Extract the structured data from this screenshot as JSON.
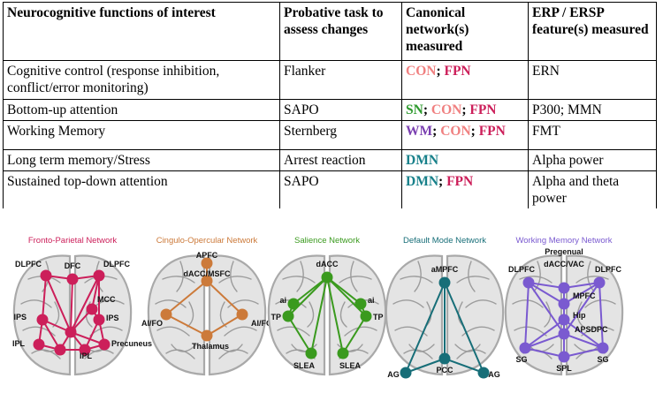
{
  "table": {
    "headers": [
      "Neurocognitive functions of interest",
      "Probative task to assess changes",
      "Canonical network(s) measured",
      "ERP / ERSP feature(s) measured"
    ],
    "rows": [
      {
        "function": "Cognitive control (response inhibition, conflict/error monitoring)",
        "task": "Flanker",
        "networks": [
          {
            "name": "CON",
            "sep": "; "
          },
          {
            "name": "FPN",
            "sep": ""
          }
        ],
        "feature": "ERN"
      },
      {
        "function": "Bottom-up attention",
        "task": "SAPO",
        "networks": [
          {
            "name": "SN",
            "sep": "; "
          },
          {
            "name": "CON",
            "sep": "; "
          },
          {
            "name": "FPN",
            "sep": ""
          }
        ],
        "feature": "P300; MMN"
      },
      {
        "function": "Working Memory",
        "task": "Sternberg",
        "networks": [
          {
            "name": "WM",
            "sep": "; "
          },
          {
            "name": "CON",
            "sep": "; "
          },
          {
            "name": "FPN",
            "sep": ""
          }
        ],
        "feature": "FMT"
      },
      {
        "function": "Long term memory/Stress",
        "task": "Arrest reaction",
        "networks": [
          {
            "name": "DMN",
            "sep": ""
          }
        ],
        "feature": "Alpha power"
      },
      {
        "function": "Sustained top-down attention",
        "task": "SAPO",
        "networks": [
          {
            "name": "DMN",
            "sep": "; "
          },
          {
            "name": "FPN",
            "sep": ""
          }
        ],
        "feature": "Alpha and theta power"
      }
    ]
  },
  "colors": {
    "CON": "#f08080",
    "FPN": "#cc1f5a",
    "SN": "#2e9a2e",
    "WM": "#7a3fb0",
    "DMN": "#17808a"
  },
  "panels": [
    {
      "id": "fpn",
      "title": "Fronto-Parietal Network",
      "color": "#cc1f5a",
      "labels": [
        "DLPFC",
        "DFC",
        "DLPFC",
        "MCC",
        "IPS",
        "IPS",
        "IPL",
        "IPL",
        "Precuneus"
      ]
    },
    {
      "id": "con",
      "title": "Cingulo-Opercular Network",
      "color": "#cc7a3a",
      "labels": [
        "APFC",
        "dACC/MSFC",
        "AI/FO",
        "AI/FO",
        "Thalamus"
      ]
    },
    {
      "id": "sn",
      "title": "Salience Network",
      "color": "#3a9a1e",
      "labels": [
        "dACC",
        "ai",
        "ai",
        "TP",
        "TP",
        "SLEA",
        "SLEA"
      ]
    },
    {
      "id": "dmn",
      "title": "Default Mode Network",
      "color": "#176e78",
      "labels": [
        "aMPFC",
        "PCC",
        "AG",
        "AG"
      ]
    },
    {
      "id": "wmn",
      "title": "Working Memory Network",
      "color": "#7a5ad0",
      "labels": [
        "Pregenual",
        "dACC/VAC",
        "DLPFC",
        "DLPFC",
        "MPFC",
        "Hip",
        "APSDPC",
        "SG",
        "SG",
        "SPL"
      ]
    }
  ]
}
